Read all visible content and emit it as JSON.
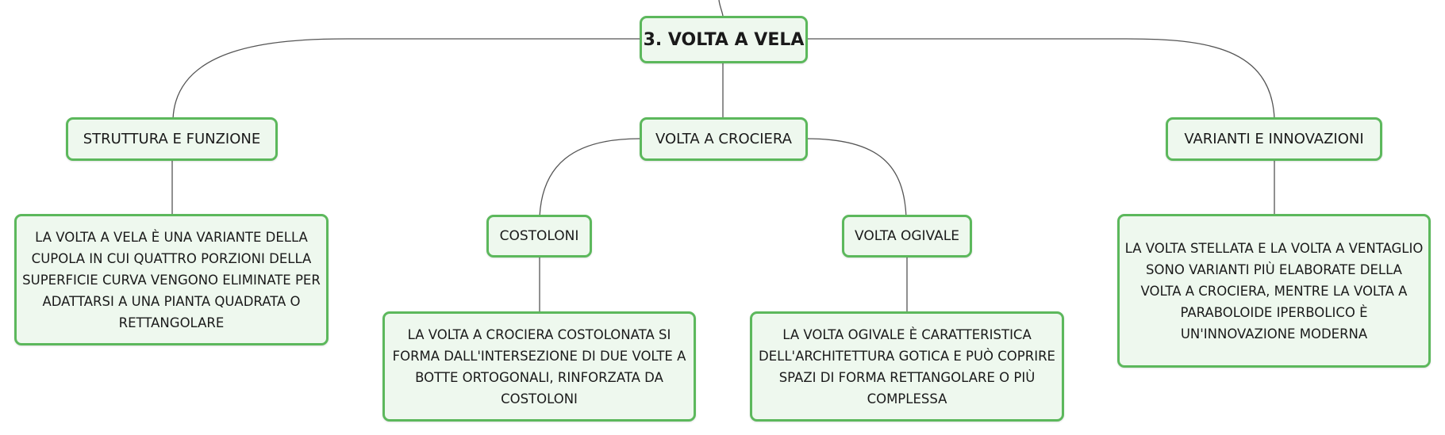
{
  "map": {
    "root": {
      "label": "3. VOLTA A VELA"
    },
    "branches": [
      {
        "label": "STRUTTURA E FUNZIONE",
        "detail": "LA VOLTA A VELA È UNA VARIANTE DELLA CUPOLA IN CUI QUATTRO PORZIONI DELLA SUPERFICIE CURVA VENGONO ELIMINATE PER ADATTARSI A UNA PIANTA QUADRATA O RETTANGOLARE"
      },
      {
        "label": "VOLTA A CROCIERA",
        "children": [
          {
            "label": "COSTOLONI",
            "detail": "LA VOLTA A CROCIERA COSTOLONATA SI FORMA DALL'INTERSEZIONE DI DUE VOLTE A BOTTE ORTOGONALI, RINFORZATA DA COSTOLONI"
          },
          {
            "label": "VOLTA OGIVALE",
            "detail": "LA VOLTA OGIVALE È CARATTERISTICA DELL'ARCHITETTURA GOTICA E PUÒ COPRIRE SPAZI DI FORMA RETTANGOLARE O PIÙ COMPLESSA"
          }
        ]
      },
      {
        "label": "VARIANTI E INNOVAZIONI",
        "detail": "LA VOLTA STELLATA E LA VOLTA A VENTAGLIO SONO VARIANTI PIÙ ELABORATE DELLA VOLTA A CROCIERA, MENTRE LA VOLTA A PARABOLOIDE IPERBOLICO È UN'INNOVAZIONE MODERNA"
      }
    ]
  },
  "colors": {
    "node_border": "#5cb85c",
    "node_fill": "#eef8ee",
    "connector": "#555555"
  }
}
